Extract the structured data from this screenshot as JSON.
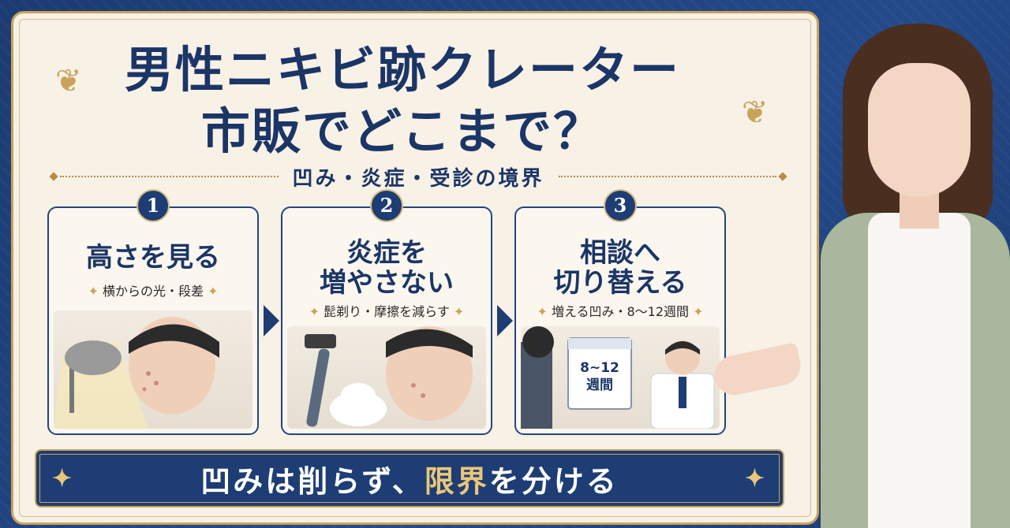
{
  "title_line1": "男性ニキビ跡クレーター",
  "title_line2": "市販でどこまで？",
  "subtitle": "凹み・炎症・受診の境界",
  "cards": [
    {
      "num": "1",
      "title": "高さを見る",
      "note": "横からの光・段差"
    },
    {
      "num": "2",
      "title": "炎症を\n増やさない",
      "note": "髭剃り・摩擦を減らす"
    },
    {
      "num": "3",
      "title": "相談へ\n切り替える",
      "note": "増える凹み・8〜12週間",
      "calendar": "8~12\n週間"
    }
  ],
  "banner": {
    "before": "凹みは削らず、",
    "highlight": "限界",
    "after": "を分ける"
  },
  "colors": {
    "navy": "#1e3d74",
    "gold": "#c9a35a",
    "cream": "#f7f1e6"
  }
}
